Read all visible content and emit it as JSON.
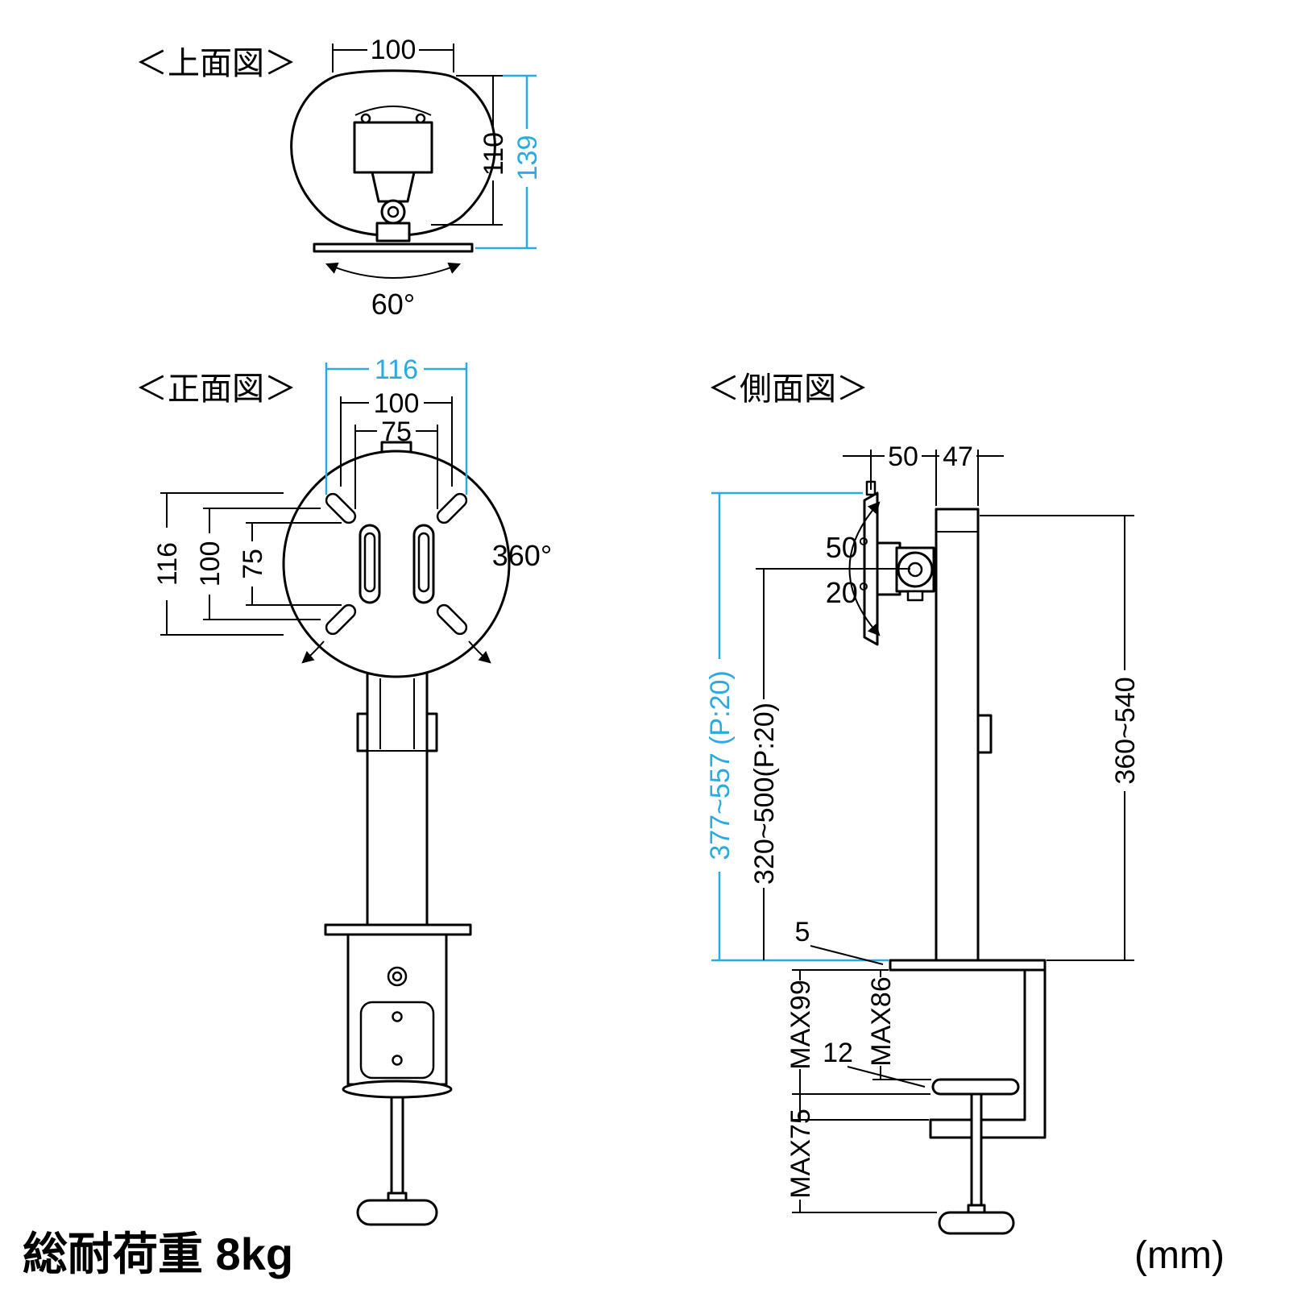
{
  "meta": {
    "load_capacity": "総耐荷重 8kg",
    "unit": "(mm)",
    "accent_color": "#29abe2",
    "line_color": "#000000"
  },
  "top_view": {
    "title": "＜上面図＞",
    "dim_width": "100",
    "dim_depth_inner": "110",
    "dim_depth_outer": "139",
    "swivel_angle": "60°"
  },
  "front_view": {
    "title": "＜正面図＞",
    "dim_width_outer": "116",
    "dim_width_vesa100": "100",
    "dim_width_vesa75": "75",
    "dim_height_outer": "116",
    "dim_height_vesa100": "100",
    "dim_height_vesa75": "75",
    "rotation_angle": "360°"
  },
  "side_view": {
    "title": "＜側面図＞",
    "dim_depth_front": "50",
    "dim_depth_pole": "47",
    "tilt_up": "50°",
    "tilt_down": "20°",
    "dim_height_total": "377~557 (P:20)",
    "dim_height_pole": "320~500(P:20)",
    "dim_pole_length": "360~540",
    "dim_plate_thickness": "5",
    "dim_clamp_max99": "MAX99",
    "dim_clamp_max86": "MAX86",
    "dim_spacer": "12",
    "dim_screw_max75": "MAX75"
  }
}
